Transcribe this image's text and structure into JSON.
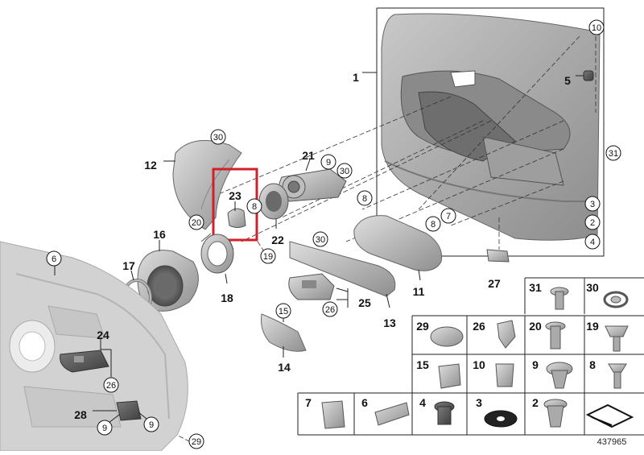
{
  "diagram": {
    "reference_number": "437965",
    "highlight_color": "#d0202a",
    "part_labels": [
      {
        "id": "p1",
        "text": "1",
        "circled": false
      },
      {
        "id": "p5",
        "text": "5",
        "circled": false
      },
      {
        "id": "p10",
        "text": "10",
        "circled": true
      },
      {
        "id": "p31a",
        "text": "31",
        "circled": true
      },
      {
        "id": "p3a",
        "text": "3",
        "circled": true
      },
      {
        "id": "p2a",
        "text": "2",
        "circled": true
      },
      {
        "id": "p4a",
        "text": "4",
        "circled": true
      },
      {
        "id": "p8a",
        "text": "8",
        "circled": true
      },
      {
        "id": "p8b",
        "text": "8",
        "circled": true
      },
      {
        "id": "p7a",
        "text": "7",
        "circled": true
      },
      {
        "id": "p21",
        "text": "21",
        "circled": false
      },
      {
        "id": "p9a",
        "text": "9",
        "circled": true
      },
      {
        "id": "p30a",
        "text": "30",
        "circled": true
      },
      {
        "id": "p8c",
        "text": "8",
        "circled": true
      },
      {
        "id": "p22",
        "text": "22",
        "circled": false
      },
      {
        "id": "p30b",
        "text": "30",
        "circled": true
      },
      {
        "id": "p12",
        "text": "12",
        "circled": false
      },
      {
        "id": "p23",
        "text": "23",
        "circled": false
      },
      {
        "id": "p20a",
        "text": "20",
        "circled": true
      },
      {
        "id": "p16",
        "text": "16",
        "circled": false
      },
      {
        "id": "p17",
        "text": "17",
        "circled": false
      },
      {
        "id": "p18",
        "text": "18",
        "circled": false
      },
      {
        "id": "p19a",
        "text": "19",
        "circled": true
      },
      {
        "id": "p30c",
        "text": "30",
        "circled": true
      },
      {
        "id": "p11",
        "text": "11",
        "circled": false
      },
      {
        "id": "p27",
        "text": "27",
        "circled": false
      },
      {
        "id": "p6a",
        "text": "6",
        "circled": true
      },
      {
        "id": "p25",
        "text": "25",
        "circled": false
      },
      {
        "id": "p26a",
        "text": "26",
        "circled": true
      },
      {
        "id": "p13",
        "text": "13",
        "circled": false
      },
      {
        "id": "p15a",
        "text": "15",
        "circled": true
      },
      {
        "id": "p14",
        "text": "14",
        "circled": false
      },
      {
        "id": "p24",
        "text": "24",
        "circled": false
      },
      {
        "id": "p26b",
        "text": "26",
        "circled": true
      },
      {
        "id": "p28",
        "text": "28",
        "circled": false
      },
      {
        "id": "p9b",
        "text": "9",
        "circled": true
      },
      {
        "id": "p9c",
        "text": "9",
        "circled": true
      },
      {
        "id": "p29a",
        "text": "29",
        "circled": true
      }
    ],
    "fastener_grid": [
      {
        "text": "31"
      },
      {
        "text": "30"
      },
      {
        "text": "29"
      },
      {
        "text": "26"
      },
      {
        "text": "20"
      },
      {
        "text": "19"
      },
      {
        "text": "15"
      },
      {
        "text": "10"
      },
      {
        "text": "9"
      },
      {
        "text": "8"
      },
      {
        "text": "7"
      },
      {
        "text": "6"
      },
      {
        "text": "4"
      },
      {
        "text": "3"
      },
      {
        "text": "2"
      }
    ]
  }
}
